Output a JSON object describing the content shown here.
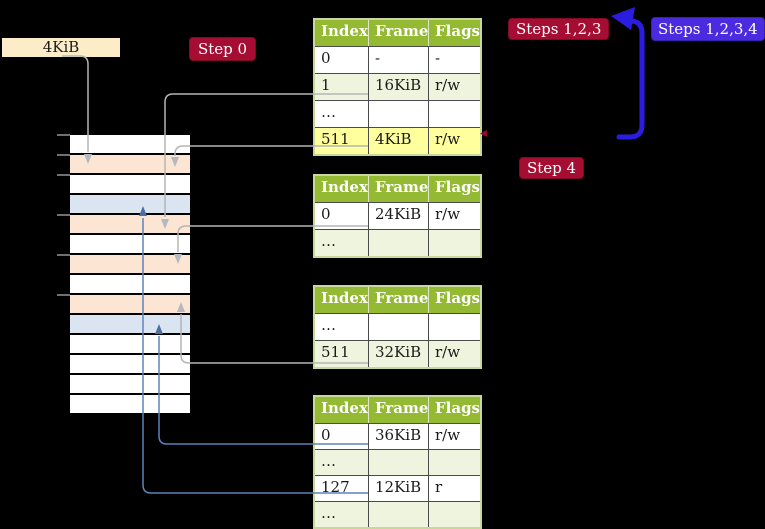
{
  "frame_label": {
    "text": "4KiB"
  },
  "badges": {
    "step0": "Step 0",
    "steps123": "Steps 1,2,3",
    "steps1234": "Steps 1,2,3,4",
    "step4": "Step 4"
  },
  "colors": {
    "background": "#000000",
    "label_cream": "#fcecc8",
    "badge_red": "#a60d33",
    "badge_blue": "#4b2be0",
    "table_header_green": "#94b933",
    "table_row_green": "#eef4dd",
    "highlight_yellow": "#ffff9d",
    "stripe_white": "#ffffff",
    "stripe_orange": "#fce5d2",
    "stripe_blue": "#dbe5f2",
    "connector_gray": "#b5b5b5",
    "connector_blue": "#5e83b8",
    "big_arrow_blue": "#2b1de0"
  },
  "memory": {
    "row_colors": [
      "white",
      "orange",
      "white",
      "blue",
      "orange",
      "white",
      "orange",
      "white",
      "orange",
      "blue",
      "white",
      "white",
      "white",
      "white"
    ]
  },
  "tables": {
    "headers": [
      "Index",
      "Frame",
      "Flags"
    ],
    "t1": {
      "rows": [
        [
          "0",
          "-",
          "-"
        ],
        [
          "1",
          "16KiB",
          "r/w"
        ],
        [
          "…",
          "",
          ""
        ],
        [
          "511",
          "4KiB",
          "r/w"
        ]
      ]
    },
    "t2": {
      "rows": [
        [
          "0",
          "24KiB",
          "r/w"
        ],
        [
          "…",
          "",
          ""
        ]
      ]
    },
    "t3": {
      "rows": [
        [
          "…",
          "",
          ""
        ],
        [
          "511",
          "32KiB",
          "r/w"
        ]
      ]
    },
    "t4": {
      "rows": [
        [
          "0",
          "36KiB",
          "r/w"
        ],
        [
          "…",
          "",
          ""
        ],
        [
          "127",
          "12KiB",
          "r"
        ],
        [
          "…",
          "",
          ""
        ]
      ]
    }
  }
}
